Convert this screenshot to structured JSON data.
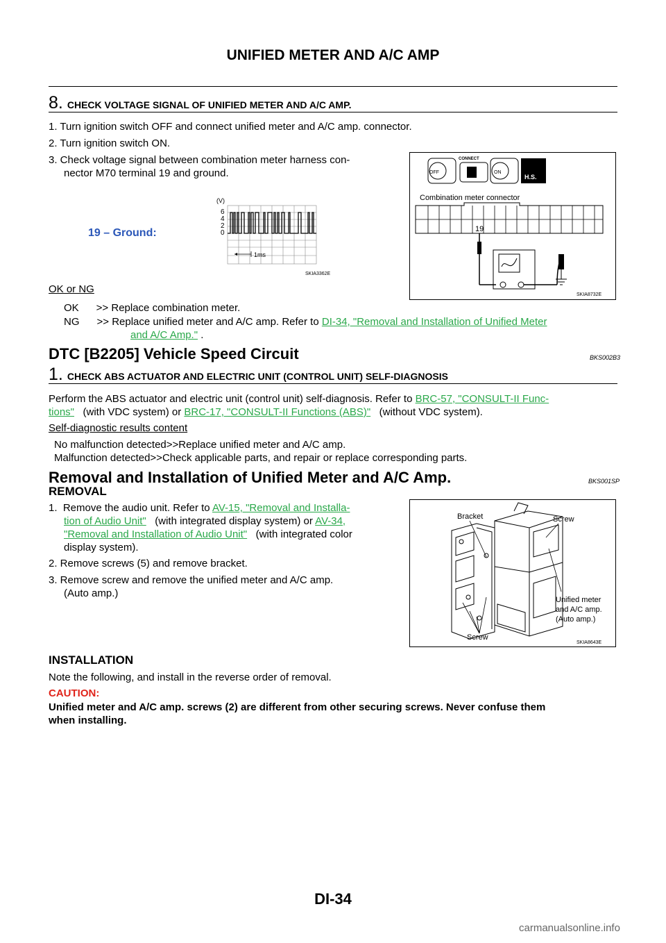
{
  "header": {
    "title": "UNIFIED METER AND A/C AMP"
  },
  "step8": {
    "number": "8.",
    "title": "CHECK VOLTAGE SIGNAL OF UNIFIED METER AND A/C AMP.",
    "items": [
      "1.  Turn ignition switch OFF and connect unified meter and A/C amp. connector.",
      "2.  Turn ignition switch ON.",
      "3.  Check voltage signal between combination meter harness con-",
      "nector M70 terminal 19 and ground."
    ],
    "signal_label": "19 – Ground:",
    "ok_ng_label": "OK or NG",
    "ok_line": "OK      >> Replace combination meter.",
    "ng_line_prefix": "NG      >> Replace unified meter and A/C amp. Refer to ",
    "ng_link_1": "DI-34, \"Removal and Installation of Unified Meter",
    "ng_link_2": "and A/C Amp.\"",
    "ng_line_suffix": " ."
  },
  "waveform_fig": {
    "y_unit": "(V)",
    "y_ticks": [
      "6",
      "4",
      "2",
      "0"
    ],
    "time_label": "1ms",
    "code": "SKIA3362E"
  },
  "connector_fig": {
    "switch_labels": [
      "OFF",
      "CONNECT",
      "ON",
      "H.S."
    ],
    "title": "Combination meter connector",
    "terminal": "19",
    "code": "SKIA8732E"
  },
  "dtc": {
    "title": "DTC [B2205] Vehicle Speed Circuit",
    "code": "BKS002B3",
    "step_number": "1.",
    "step_title": "CHECK ABS ACTUATOR AND ELECTRIC UNIT (CONTROL UNIT) SELF-DIAGNOSIS",
    "para_prefix": "Perform the ABS actuator and electric unit (control unit) self-diagnosis. Refer to ",
    "link_1a": "BRC-57, \"CONSULT-II Func-",
    "link_1b": "tions\"",
    "para_mid": "   (with VDC system) or ",
    "link_2": "BRC-17, \"CONSULT-II Functions (ABS)\"",
    "para_suffix": "   (without VDC system).",
    "results_label": "Self-diagnostic results content",
    "result_1": "No malfunction detected>>Replace unified meter and A/C amp.",
    "result_2": "Malfunction detected>>Check applicable parts, and repair or replace corresponding parts."
  },
  "removal": {
    "title": "Removal and Installation of Unified Meter and A/C Amp.",
    "code": "BKS001SP",
    "sub_removal": "REMOVAL",
    "item1_prefix": "1.  Remove the audio unit. Refer to ",
    "item1_link_a": "AV-15, \"Removal and Installa-",
    "item1_link_b": "tion of Audio Unit\"",
    "item1_mid": "   (with integrated display system) or ",
    "item1_link_c": "AV-34,",
    "item1_link_d": "\"Removal and Installation of Audio Unit\"",
    "item1_suffix_1": "   (with integrated color",
    "item1_suffix_2": "display system).",
    "item2": "2.  Remove screws (5) and remove bracket.",
    "item3a": "3.  Remove screw and remove the unified meter and A/C amp.",
    "item3b": "(Auto amp.)",
    "sub_install": "INSTALLATION",
    "install_text": "Note the following, and install in the reverse order of removal.",
    "caution_label": "CAUTION:",
    "caution_1": "Unified meter and A/C amp. screws (2) are different from other securing screws. Never confuse them",
    "caution_2": "when installing."
  },
  "amp_fig": {
    "bracket": "Bracket",
    "screw_top": "Screw",
    "screw_bottom": "Screw",
    "unit_1": "Unified meter",
    "unit_2": "and A/C amp.",
    "unit_3": "(Auto amp.)",
    "code": "SKIA8643E"
  },
  "footer": {
    "page": "DI-34",
    "watermark": "carmanualsonline.info"
  }
}
